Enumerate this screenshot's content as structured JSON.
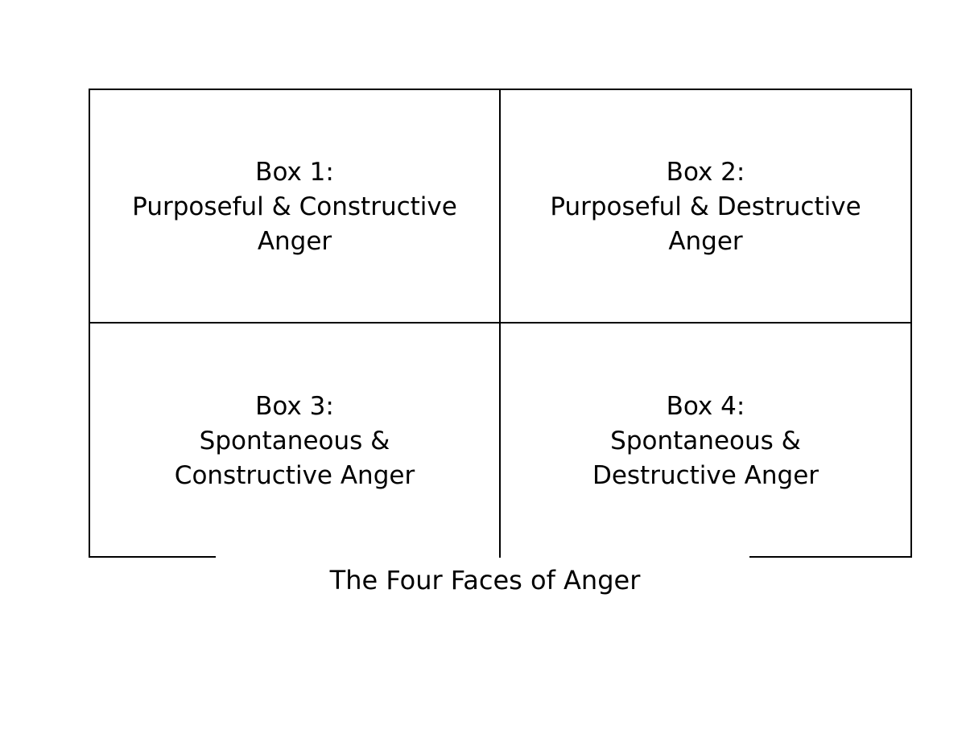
{
  "figure": {
    "caption": "The Four Faces of Anger",
    "background_color": "#ffffff",
    "line_color": "#000000",
    "text_color": "#000000"
  },
  "matrix": {
    "rows": 2,
    "columns": 2,
    "cells": [
      {
        "id": "box-1",
        "position": "top-left",
        "label": "Box 1:",
        "description": "Purposeful & Constructive Anger",
        "text": "Box 1:\nPurposeful & Constructive\nAnger"
      },
      {
        "id": "box-2",
        "position": "top-right",
        "label": "Box 2:",
        "description": "Purposeful & Destructive Anger",
        "text": "Box 2:\nPurposeful & Destructive\nAnger"
      },
      {
        "id": "box-3",
        "position": "bottom-left",
        "label": "Box 3:",
        "description": "Spontaneous & Constructive Anger",
        "text": "Box 3:\nSpontaneous &\nConstructive Anger"
      },
      {
        "id": "box-4",
        "position": "bottom-right",
        "label": "Box 4:",
        "description": "Spontaneous & Destructive Anger",
        "text": "Box 4:\nSpontaneous &\nDestructive Anger"
      }
    ]
  }
}
